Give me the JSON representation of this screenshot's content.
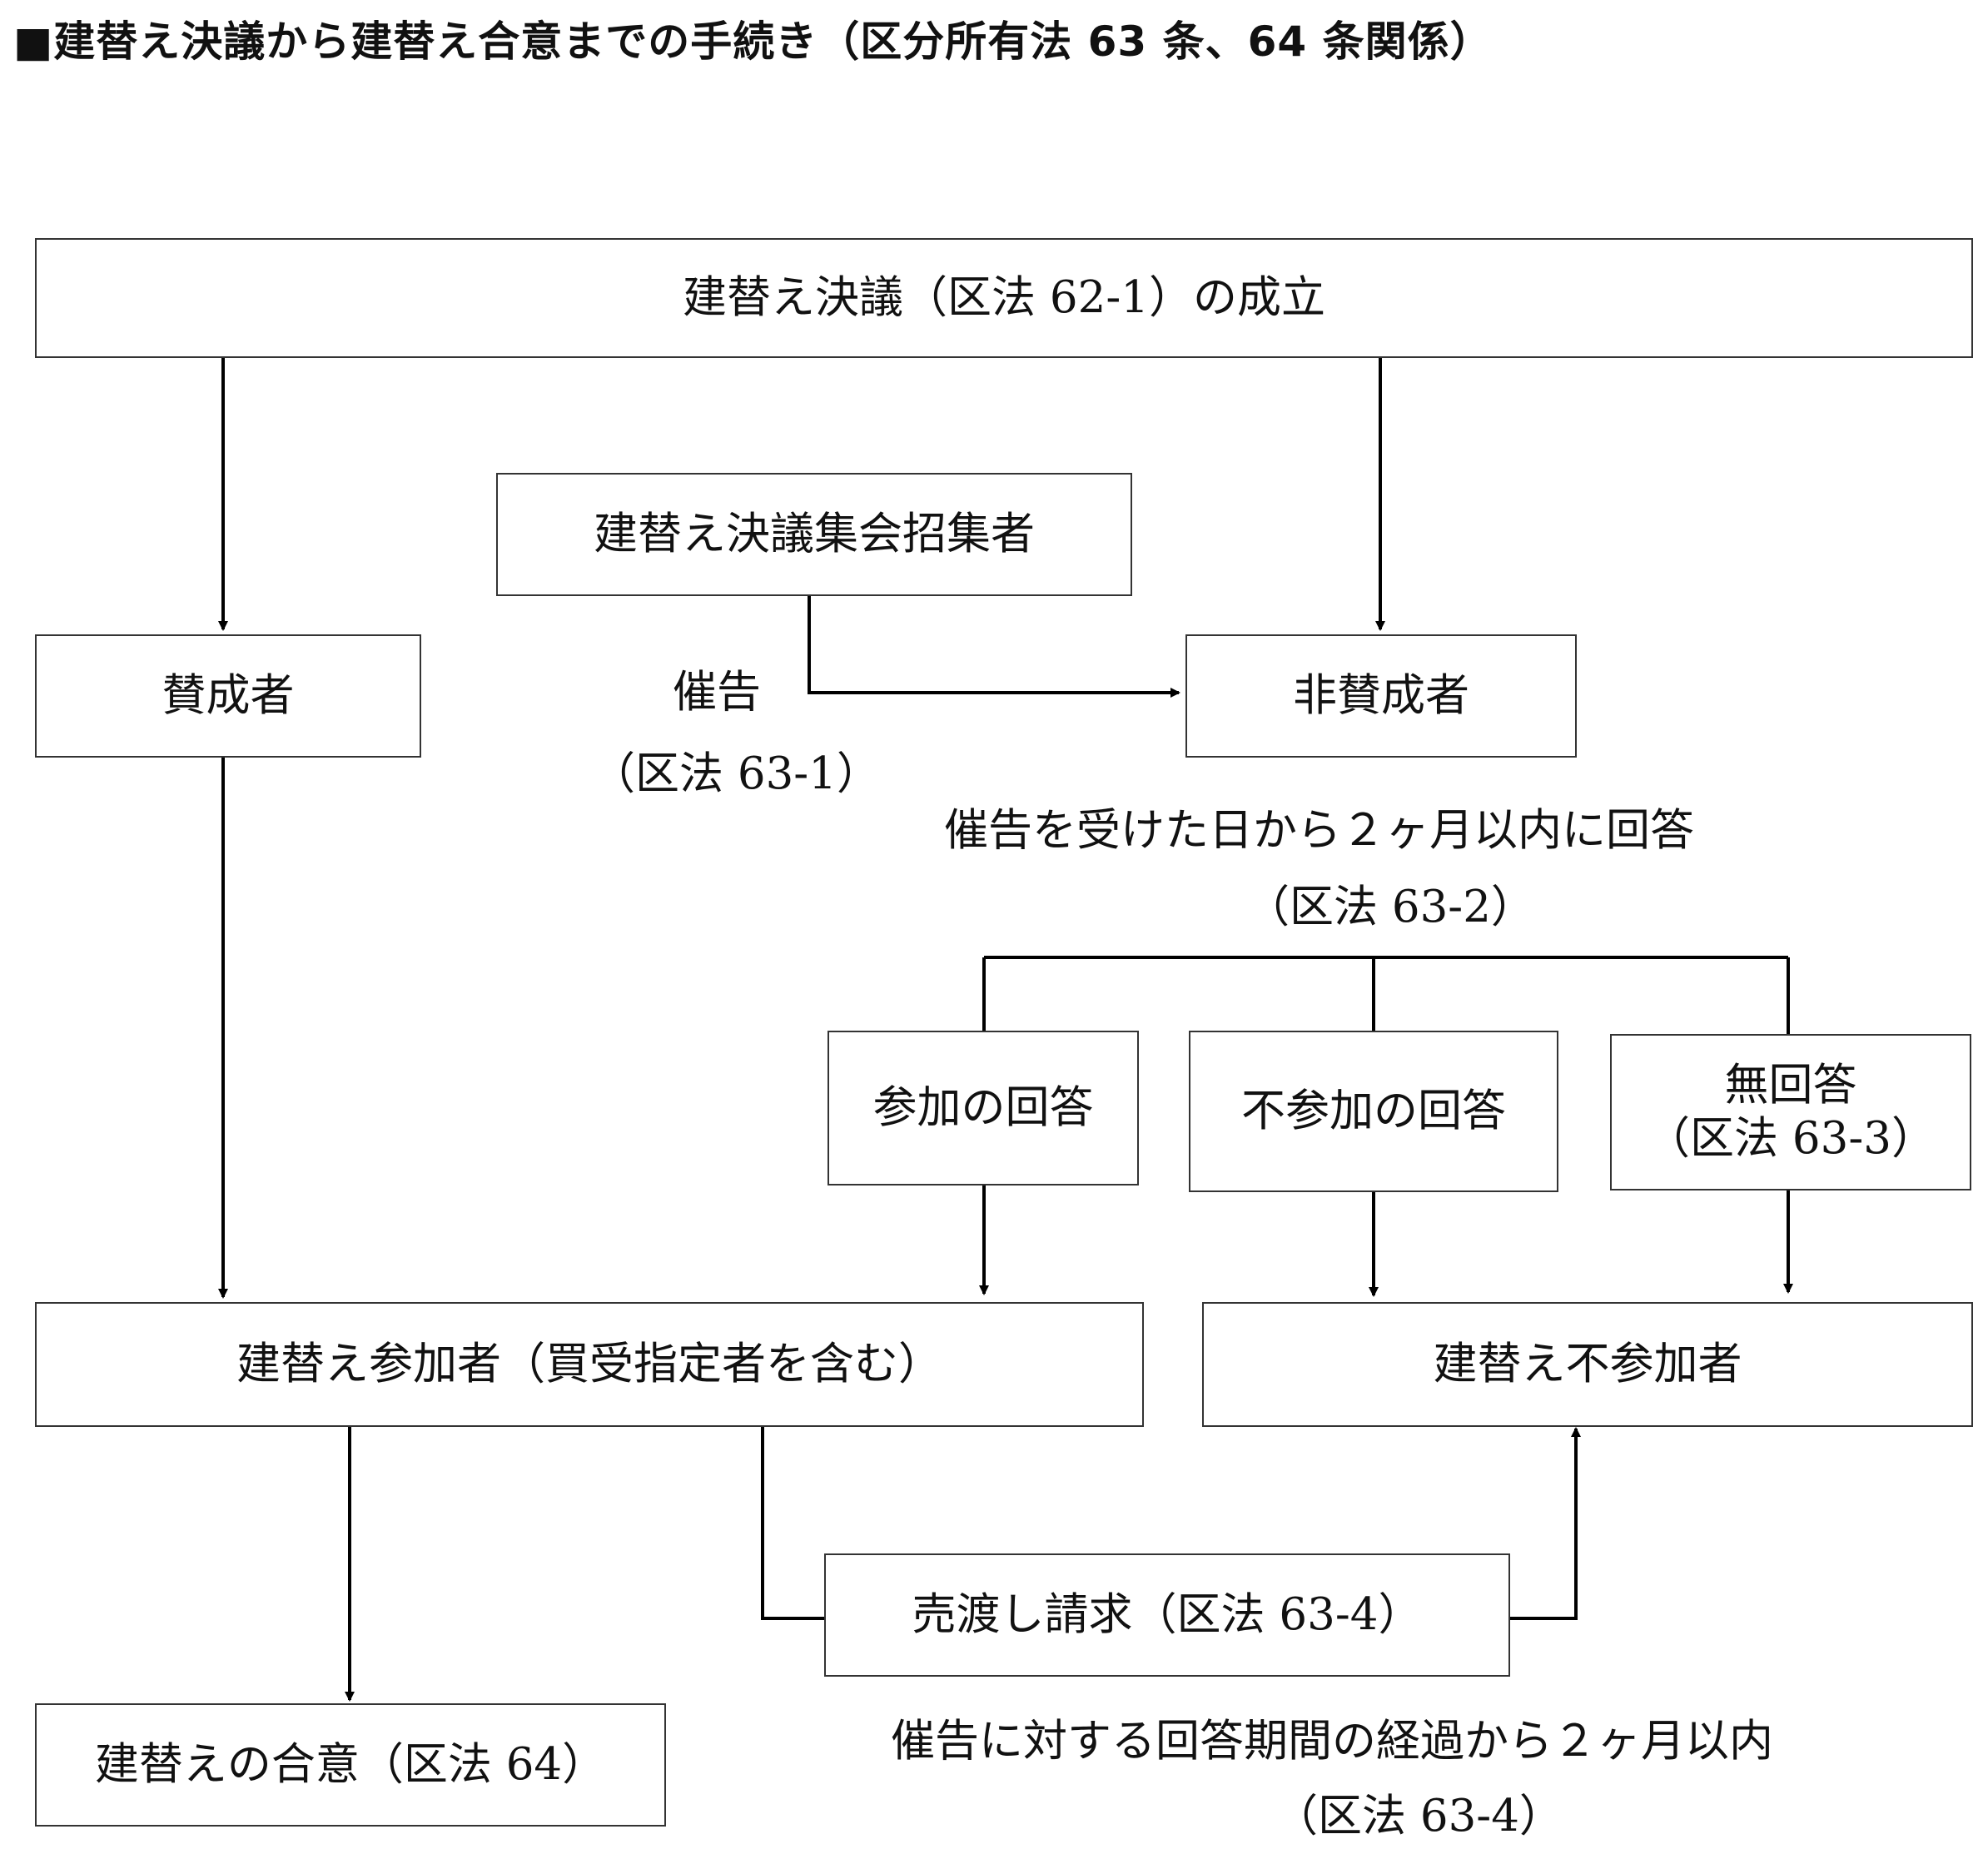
{
  "title": "■建替え決議から建替え合意までの手続き（区分所有法 63 条、64 条関係）",
  "nodes": {
    "resolution": "建替え決議（区法 62-1）の成立",
    "convener": "建替え決議集会招集者",
    "supporters": "賛成者",
    "non_supporters": "非賛成者",
    "answer_join": "参加の回答",
    "answer_not_join": "不参加の回答",
    "no_answer": {
      "line1": "無回答",
      "line2": "（区法 63-3）"
    },
    "participants": "建替え参加者（買受指定者を含む）",
    "non_participants": "建替え不参加者",
    "sale_demand": "売渡し請求（区法 63-4）",
    "agreement": "建替えの合意（区法 64）"
  },
  "labels": {
    "notice": "催告",
    "notice_ref": "（区法 63-1）",
    "answer_period": "催告を受けた日から２ヶ月以内に回答",
    "answer_period_ref": "（区法 63-2）",
    "sale_period": "催告に対する回答期間の経過から２ヶ月以内",
    "sale_period_ref": "（区法 63-4）"
  }
}
